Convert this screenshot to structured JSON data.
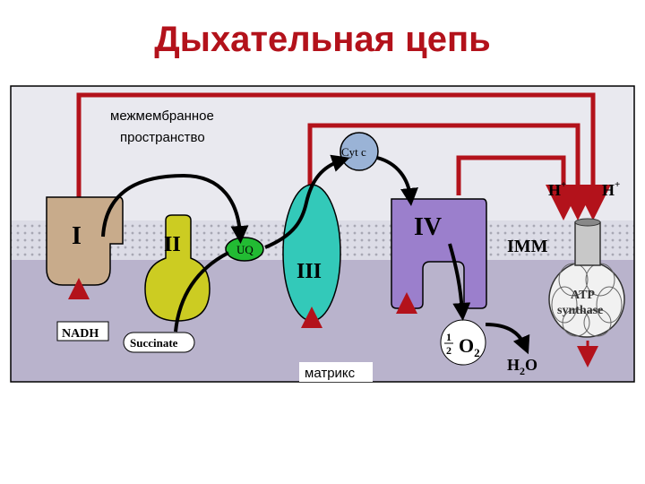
{
  "title": "Дыхательная цепь",
  "labels": {
    "intermembrane": [
      "межмембранное",
      "пространство"
    ],
    "matrix": "матрикс",
    "imm": "IMM",
    "complex_1": "I",
    "complex_2": "II",
    "complex_3": "III",
    "complex_4": "IV",
    "ubiquinone": "UQ",
    "cyt_c": "Cyt c",
    "atp_synthase": [
      "ATP",
      "synthase"
    ],
    "nadh": "NADH",
    "succinate": "Succinate",
    "proton_1": "H",
    "proton_2": "H",
    "proton_sup": "+",
    "half_num": "1",
    "half_den": "2",
    "oxygen": "O",
    "oxygen_sub": "2",
    "water_h": "H",
    "water_sub": "2",
    "water_o": "O"
  },
  "colors": {
    "title": "#b3121b",
    "proton_arrow": "#b3121b",
    "electron_arrow": "#000000",
    "intermembrane_bg": "#e9e9ef",
    "matrix_bg": "#b9b3cc",
    "complex_1": "#c8ab8b",
    "complex_2": "#cccc22",
    "complex_3": "#33c9b9",
    "complex_4": "#9b7fcc",
    "ubiquinone": "#22bb33",
    "cyt_c": "#9ab3d6"
  }
}
